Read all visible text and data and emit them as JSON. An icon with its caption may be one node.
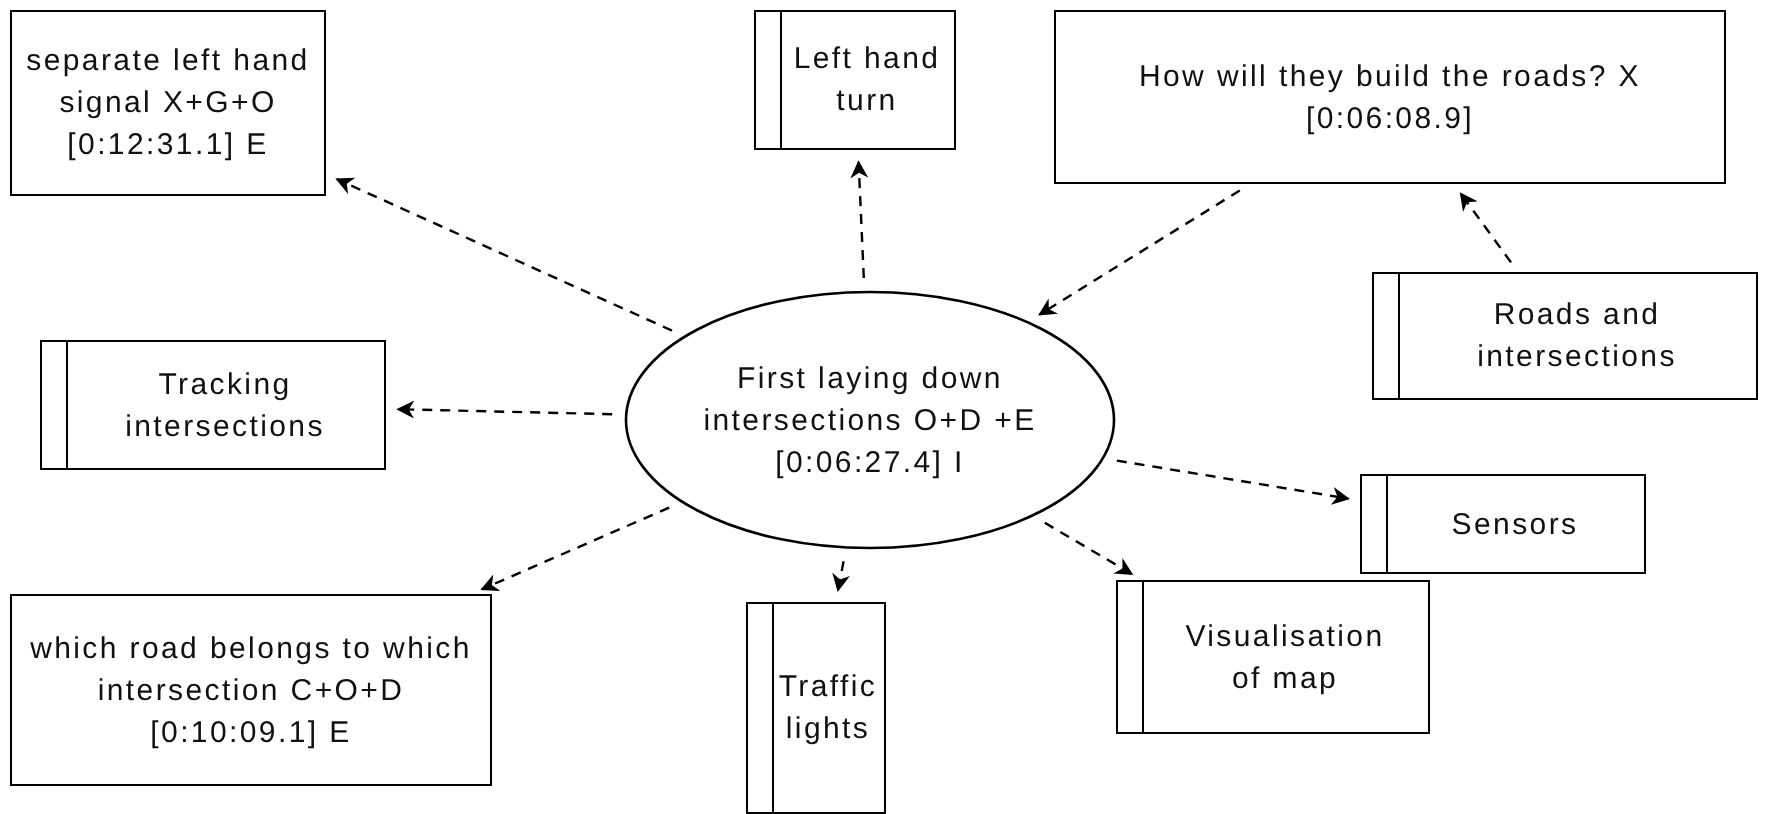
{
  "diagram": {
    "nodes": [
      {
        "text": [
          "First laying down intersections O+D +E [0:06:27.4] I"
        ]
      },
      {
        "text": [
          "separate left hand signal X+G+O [0:12:31.1] E"
        ]
      },
      {
        "text": [
          "Left hand turn"
        ]
      },
      {
        "text": [
          "How will they build the roads? X [0:06:08.9]"
        ]
      },
      {
        "text": [
          "Roads and intersections"
        ]
      },
      {
        "text": [
          "Tracking intersections"
        ]
      },
      {
        "text": [
          "Sensors"
        ]
      },
      {
        "text": [
          "which road belongs to which intersection C+O+D [0:10:09.1] E"
        ]
      },
      {
        "text": [
          "Traffic lights"
        ]
      },
      {
        "text": [
          "Visualisation of map"
        ]
      }
    ],
    "edges": [
      {
        "from": 0,
        "to": 1,
        "arrow": "to",
        "style": "dashed"
      },
      {
        "from": 0,
        "to": 2,
        "arrow": "to",
        "style": "dashed"
      },
      {
        "from": 3,
        "to": 0,
        "arrow": "to",
        "style": "dashed"
      },
      {
        "from": 4,
        "to": 3,
        "arrow": "to",
        "style": "dashed"
      },
      {
        "from": 0,
        "to": 5,
        "arrow": "to",
        "style": "dashed"
      },
      {
        "from": 0,
        "to": 6,
        "arrow": "to",
        "style": "dashed"
      },
      {
        "from": 0,
        "to": 7,
        "arrow": "to",
        "style": "dashed"
      },
      {
        "from": 0,
        "to": 8,
        "arrow": "to",
        "style": "dashed"
      },
      {
        "from": 0,
        "to": 9,
        "arrow": "to",
        "style": "dashed"
      }
    ]
  }
}
